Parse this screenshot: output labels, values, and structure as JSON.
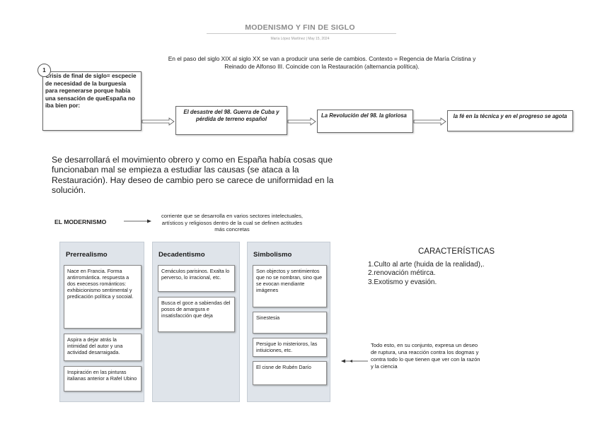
{
  "header": {
    "title": "MODENISMO Y FIN DE SIGLO",
    "subtitle": "María López Martínez | May 15, 2024"
  },
  "context_text": "En el paso del siglo XIX al siglo XX se van a producir una serie de cambios. Contexto = Regencia de María Cristina y Reinado de Alfonso III. Coincide con la Restauración (alternancia política).",
  "step_number": "1",
  "crisis_box": "Crisis de final de siglo= escpecie de necesidad de la burguesía para regenerarse porque había una sensación de queEspaña no iba bien por:",
  "flow_boxes": [
    "El desastre del 98. Guerra de Cuba y pérdida de terreno español",
    "La Revolución del 98. la gloriosa",
    "la fé en la técnica y en el progreso se agota"
  ],
  "paragraph": "Se desarrollará el movimiento obrero y como en España había cosas que funcionaban mal se empieza a estudiar las causas (se ataca a la Restauración). Hay deseo de cambio pero se carece de uniformidad en la solución.",
  "modernismo": {
    "label": "EL MODERNISMO",
    "description": "corriente que se desarrolla en varios sectores intelectuales, artísticos y religiosos dentro de la cual se definen actitudes más concretas"
  },
  "columns": [
    {
      "title": "Prerrealismo",
      "cards": [
        "Nace en Francia. Forma antirromántica. respuesta a dos execesos románticos: exhibicionismo sentimental y predicación política y socoial.",
        "Aspira a dejar atrás la intimidad del autor y una actividad desarraigada.",
        "Inspiración en las pinturas italianas anterior a Rafel Ubino"
      ]
    },
    {
      "title": "Decadentismo",
      "cards": [
        "Cenáculos parisinos. Exalta lo perverso, lo irracional, etc.",
        "Busca el goce a sabiendas del posos de amargura e insatisfacción que deja"
      ]
    },
    {
      "title": "Simbolismo",
      "cards": [
        "Son objectos y sentimientos que no se nombran, sino que se evocan mendiante imágenes",
        "Sinestesia",
        "Persigue lo misterioros, las intiuiciones, etc.",
        "El cisne de Rubén Darío"
      ]
    }
  ],
  "caracteristicas": {
    "title": "CARACTERÍSTICAS",
    "items": [
      "1.Culto al arte (huida de la realidad),.",
      "2.renovación métirca.",
      "3.Exotismo y evasión."
    ]
  },
  "conclusion": "Todo esto, en su conjunto, expresa un deseo de ruptura, una reacción contra los dogmas y contra todo lo que tienen que ver con la razón y la ciencia",
  "colors": {
    "panel_bg": "#dfe4ea",
    "box_border": "#666666",
    "title_gray": "#8a8a8a"
  }
}
